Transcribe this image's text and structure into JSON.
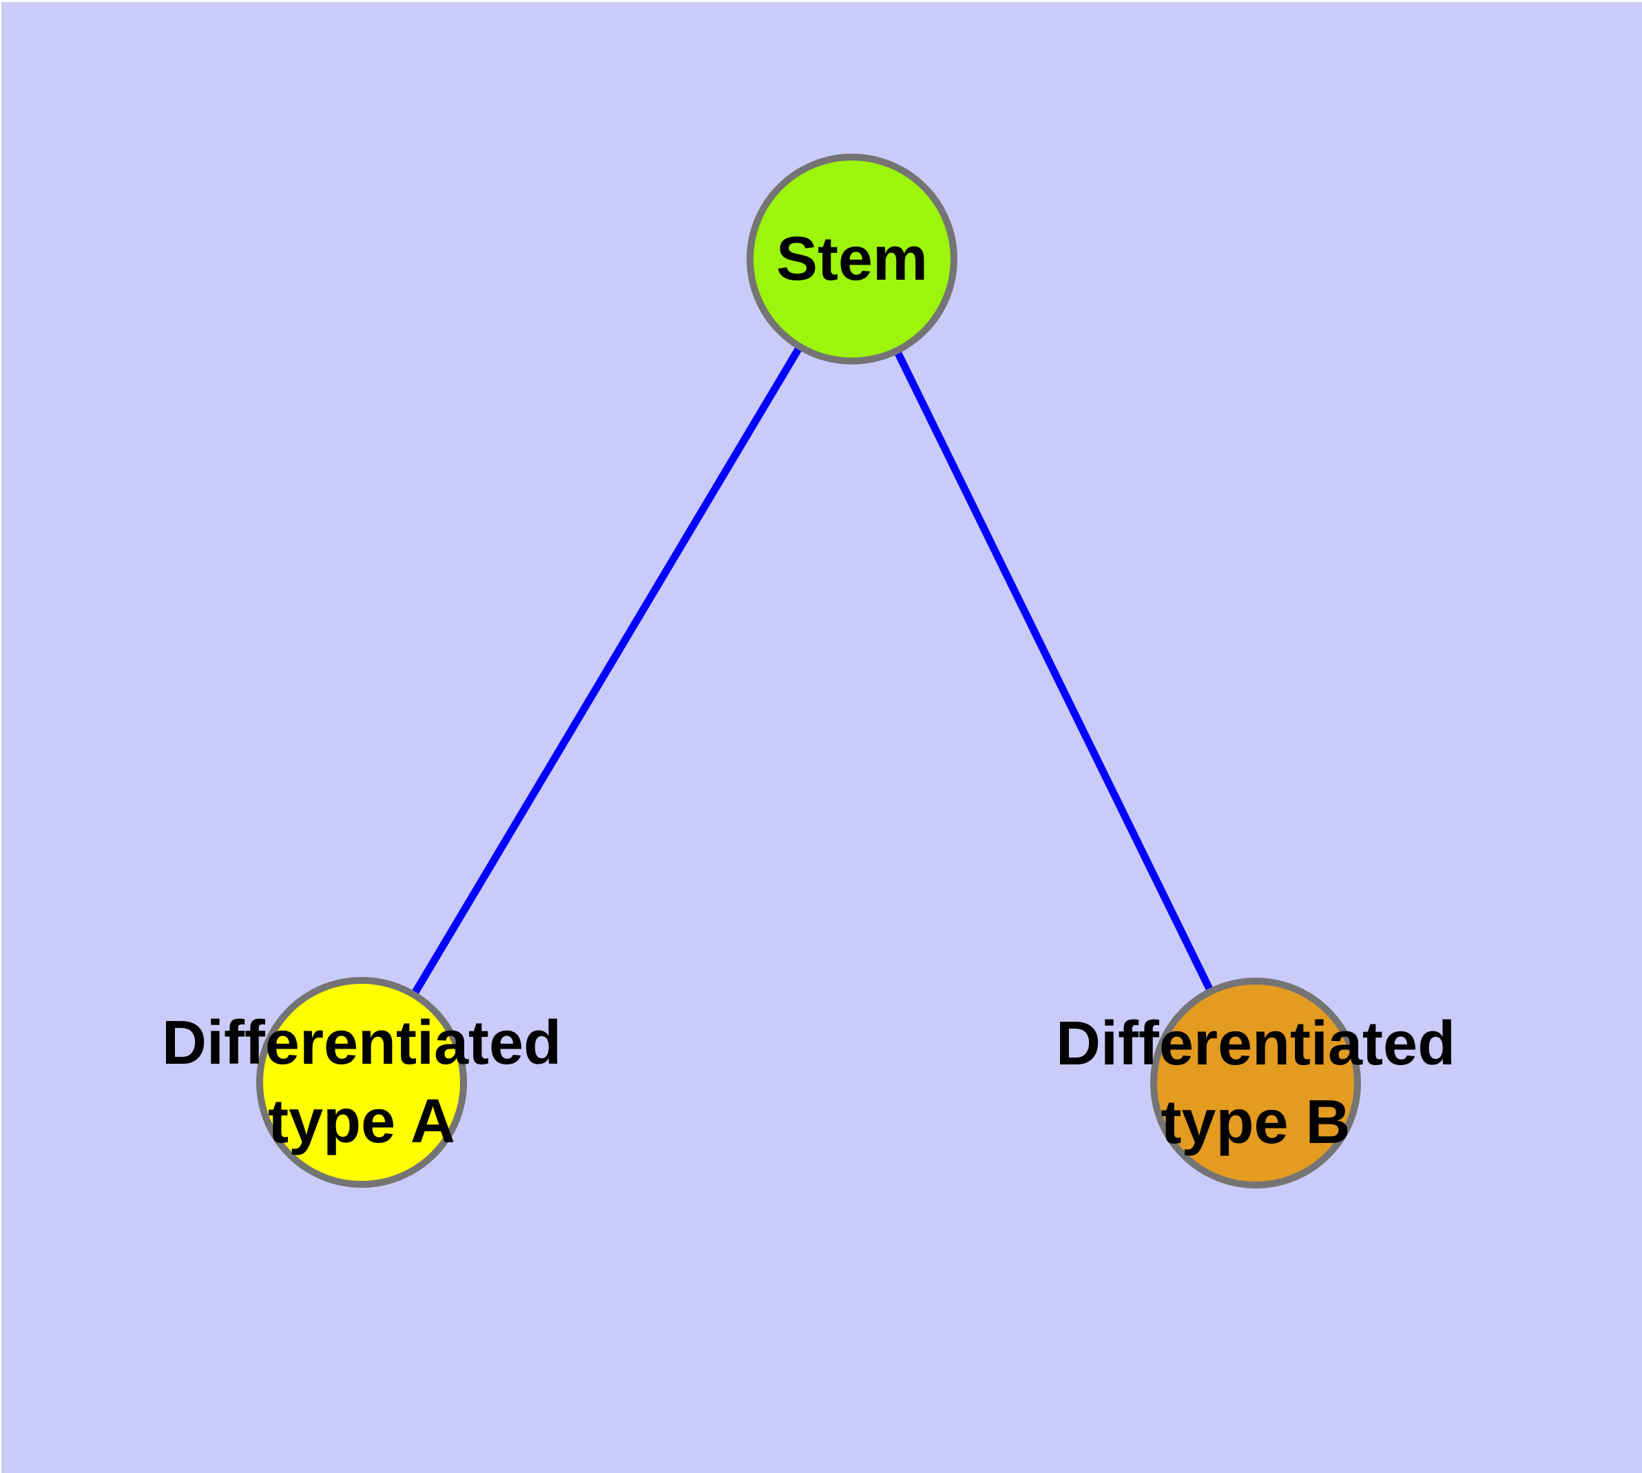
{
  "diagram": {
    "type": "node-link-graph",
    "background_color": "#CBCBF9",
    "edge_color": "#0000FF",
    "node_border_color": "#747474",
    "label_color": "#000000",
    "nodes": [
      {
        "id": "stem",
        "label": "Stem",
        "color": "#9CF50A"
      },
      {
        "id": "type-a",
        "label": "Differentiated\ntype A",
        "color": "#FFFF00"
      },
      {
        "id": "type-b",
        "label": "Differentiated\ntype B",
        "color": "#E39B20"
      }
    ],
    "edges": [
      {
        "from": "stem",
        "to": "type-a"
      },
      {
        "from": "stem",
        "to": "type-b"
      }
    ]
  }
}
